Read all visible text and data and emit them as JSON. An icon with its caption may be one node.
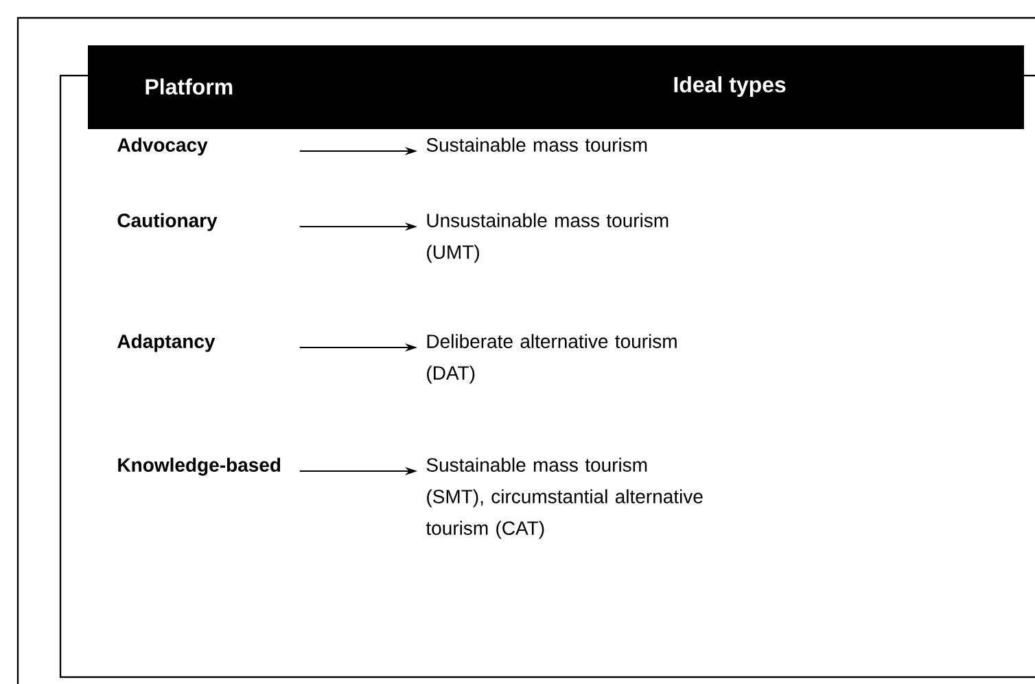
{
  "diagram": {
    "nodes": [
      {
        "text": [
          "Advocacy"
        ]
      },
      {
        "text": [
          "Sustainable mass tourism"
        ]
      },
      {
        "text": [
          "Cautionary"
        ]
      },
      {
        "text": [
          "Unsustainable mass tourism (UMT)"
        ]
      },
      {
        "text": [
          "Adaptancy"
        ]
      },
      {
        "text": [
          "Deliberate alternative tourism (DAT)"
        ]
      },
      {
        "text": [
          "Knowledge-based"
        ]
      },
      {
        "text": [
          "Sustainable mass tourism (SMT), circumstantial alternative tourism (CAT)"
        ]
      }
    ],
    "edges": [
      {
        "from": 0,
        "to": 1,
        "arrow": "to"
      },
      {
        "from": 2,
        "to": 3,
        "arrow": "to"
      },
      {
        "from": 4,
        "to": 5,
        "arrow": "to"
      },
      {
        "from": 6,
        "to": 7,
        "arrow": "to"
      }
    ],
    "labels": [
      "Platform",
      "Ideal types"
    ]
  }
}
